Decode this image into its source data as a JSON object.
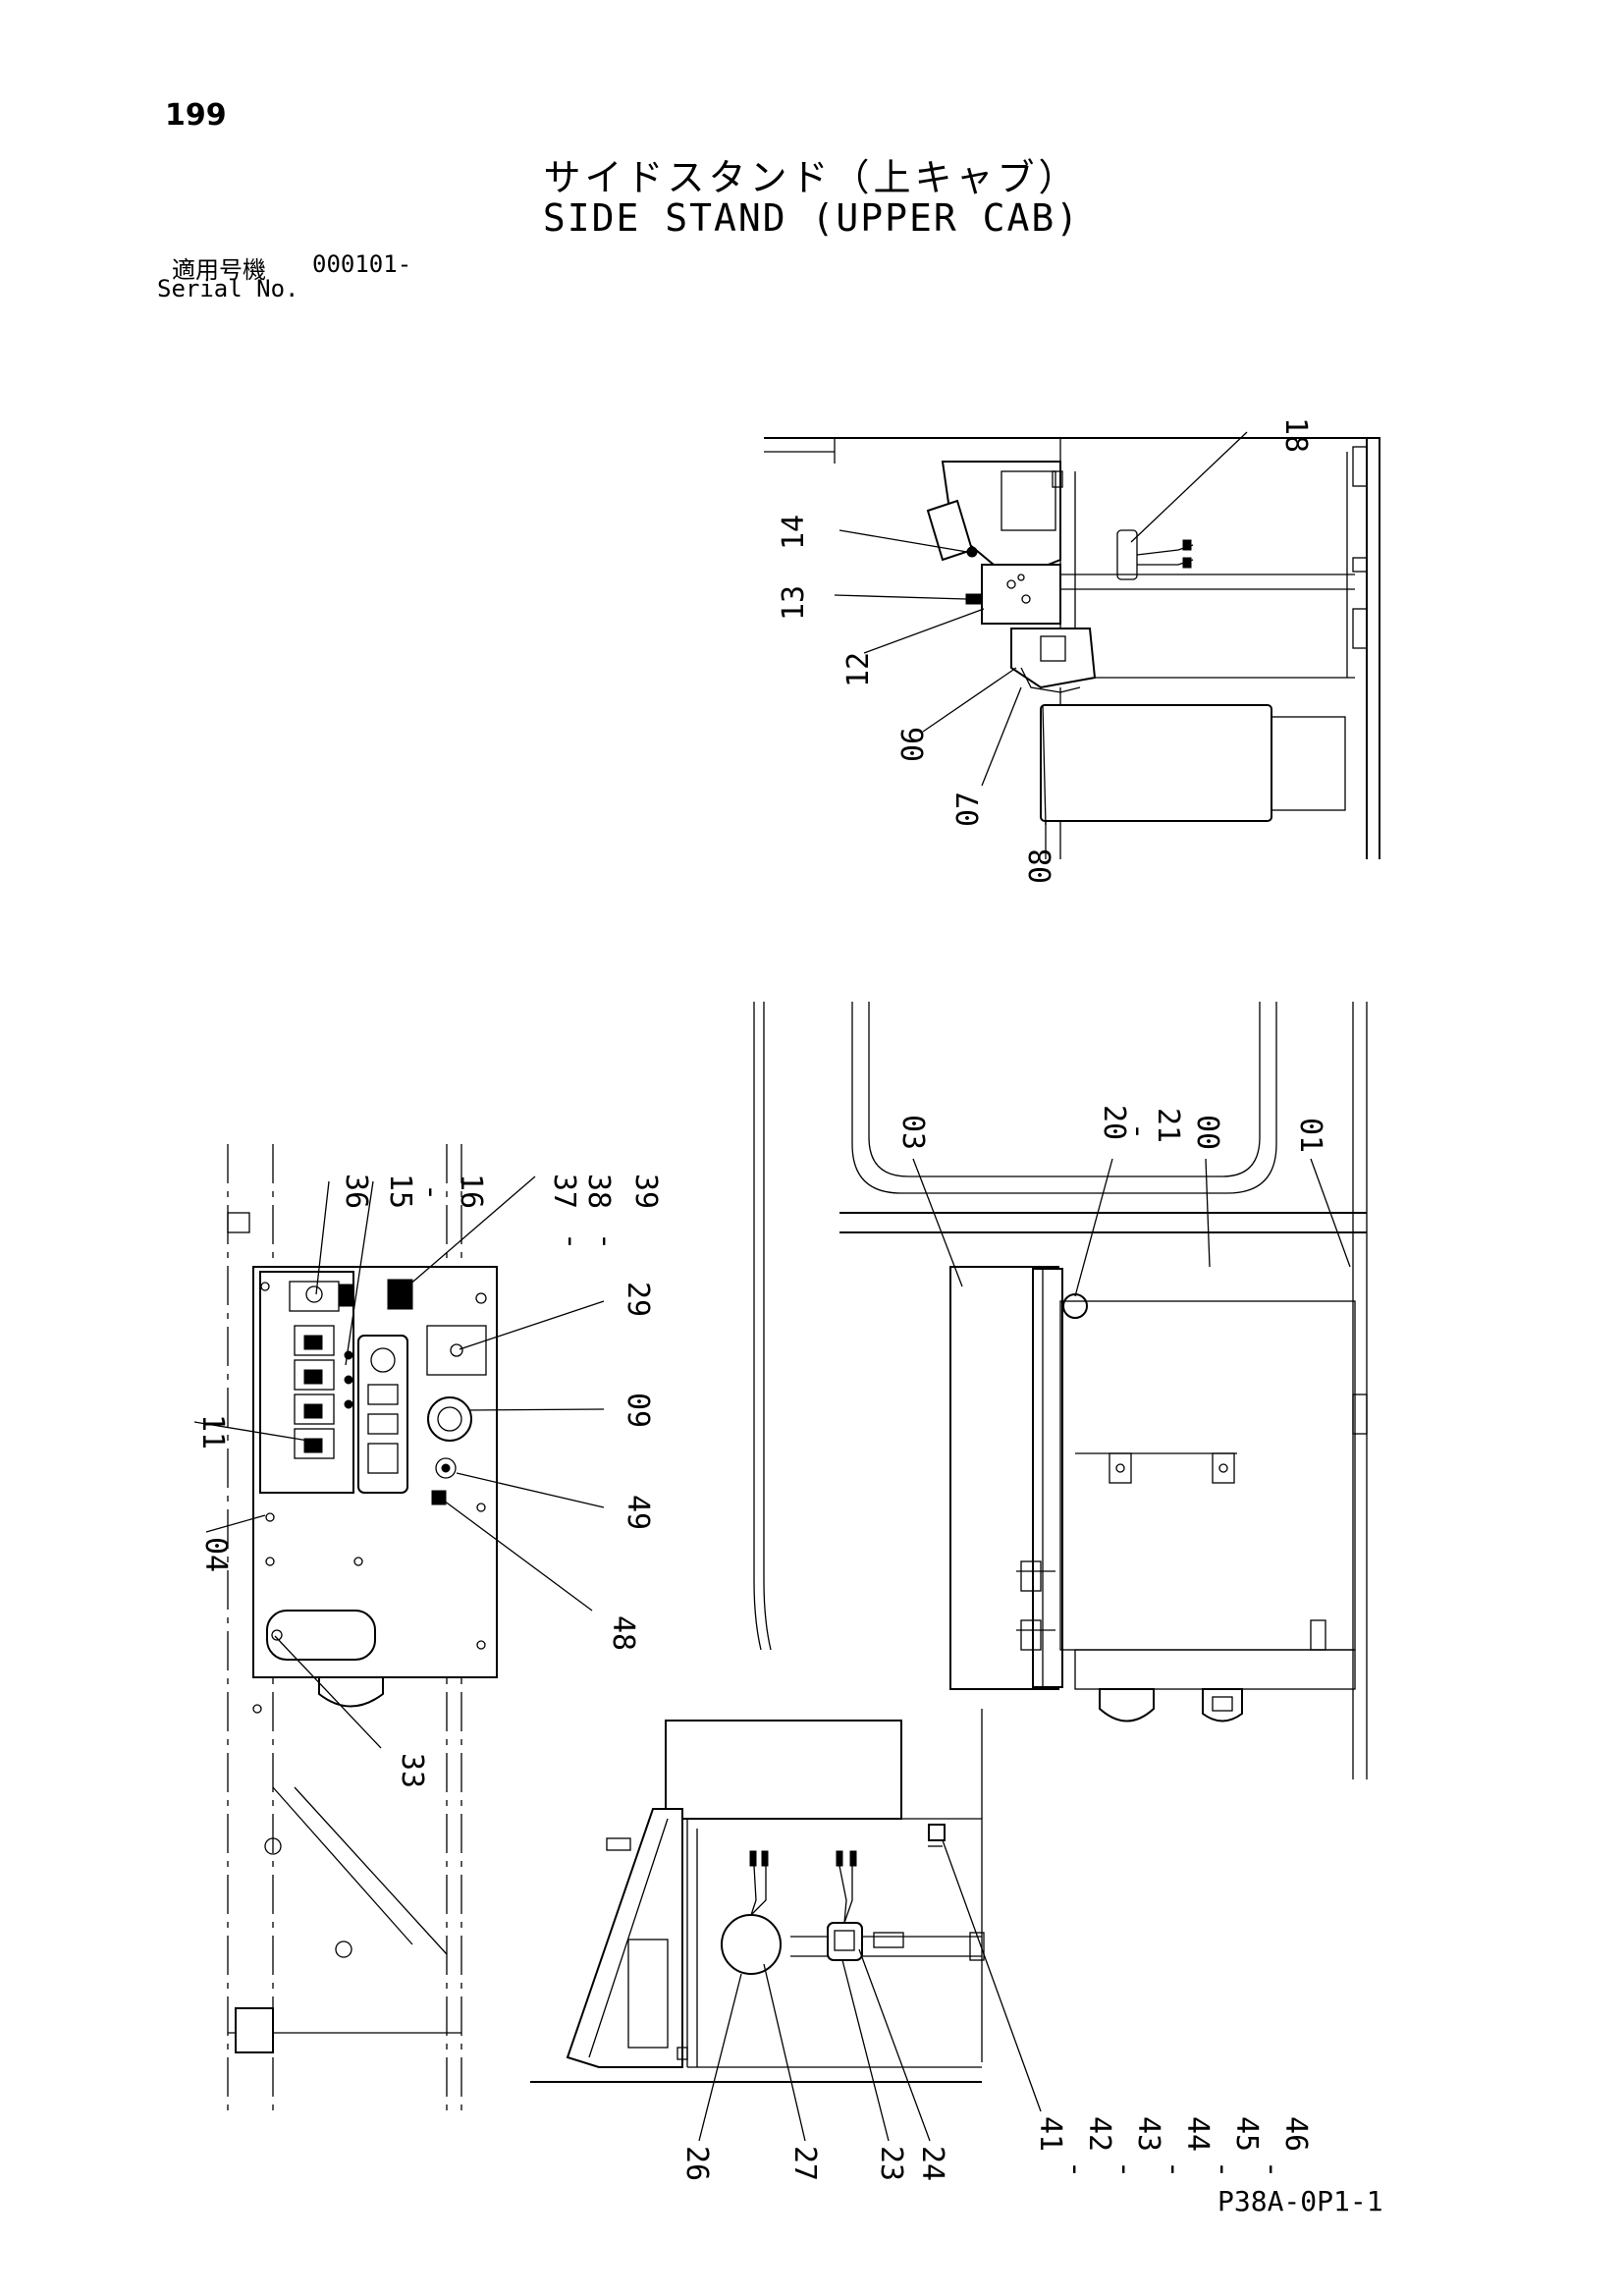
{
  "page_number": "199",
  "title_jp": "サイドスタンド（上キャブ）",
  "title_en": "SIDE STAND (UPPER CAB)",
  "serial_label_jp": "適用号機",
  "serial_value": "000101-",
  "serial_label_en": "Serial No.",
  "document_code": "P38A-0P1-1",
  "callouts": {
    "c18": "18",
    "c14": "14",
    "c13": "13",
    "c12": "12",
    "c06": "06",
    "c07": "07",
    "c08": "08",
    "c36": "36",
    "c15": "15",
    "c15_dash": "-",
    "c16": "16",
    "c37": "37",
    "c37_dash": "-",
    "c38": "38",
    "c38_dash": "-",
    "c39": "39",
    "c29": "29",
    "c09": "09",
    "c11": "11",
    "c04": "04",
    "c49": "49",
    "c48": "48",
    "c33": "33",
    "c03": "03",
    "c20": "20",
    "c20_dash": "-",
    "c21": "21",
    "c00": "00",
    "c01": "01",
    "c41": "41",
    "c41_dash": "-",
    "c42": "42",
    "c42_dash": "-",
    "c43": "43",
    "c43_dash": "-",
    "c44": "44",
    "c44_dash": "-",
    "c45": "45",
    "c45_dash": "-",
    "c46": "46",
    "c26": "26",
    "c27": "27",
    "c23": "23",
    "c24": "24"
  }
}
